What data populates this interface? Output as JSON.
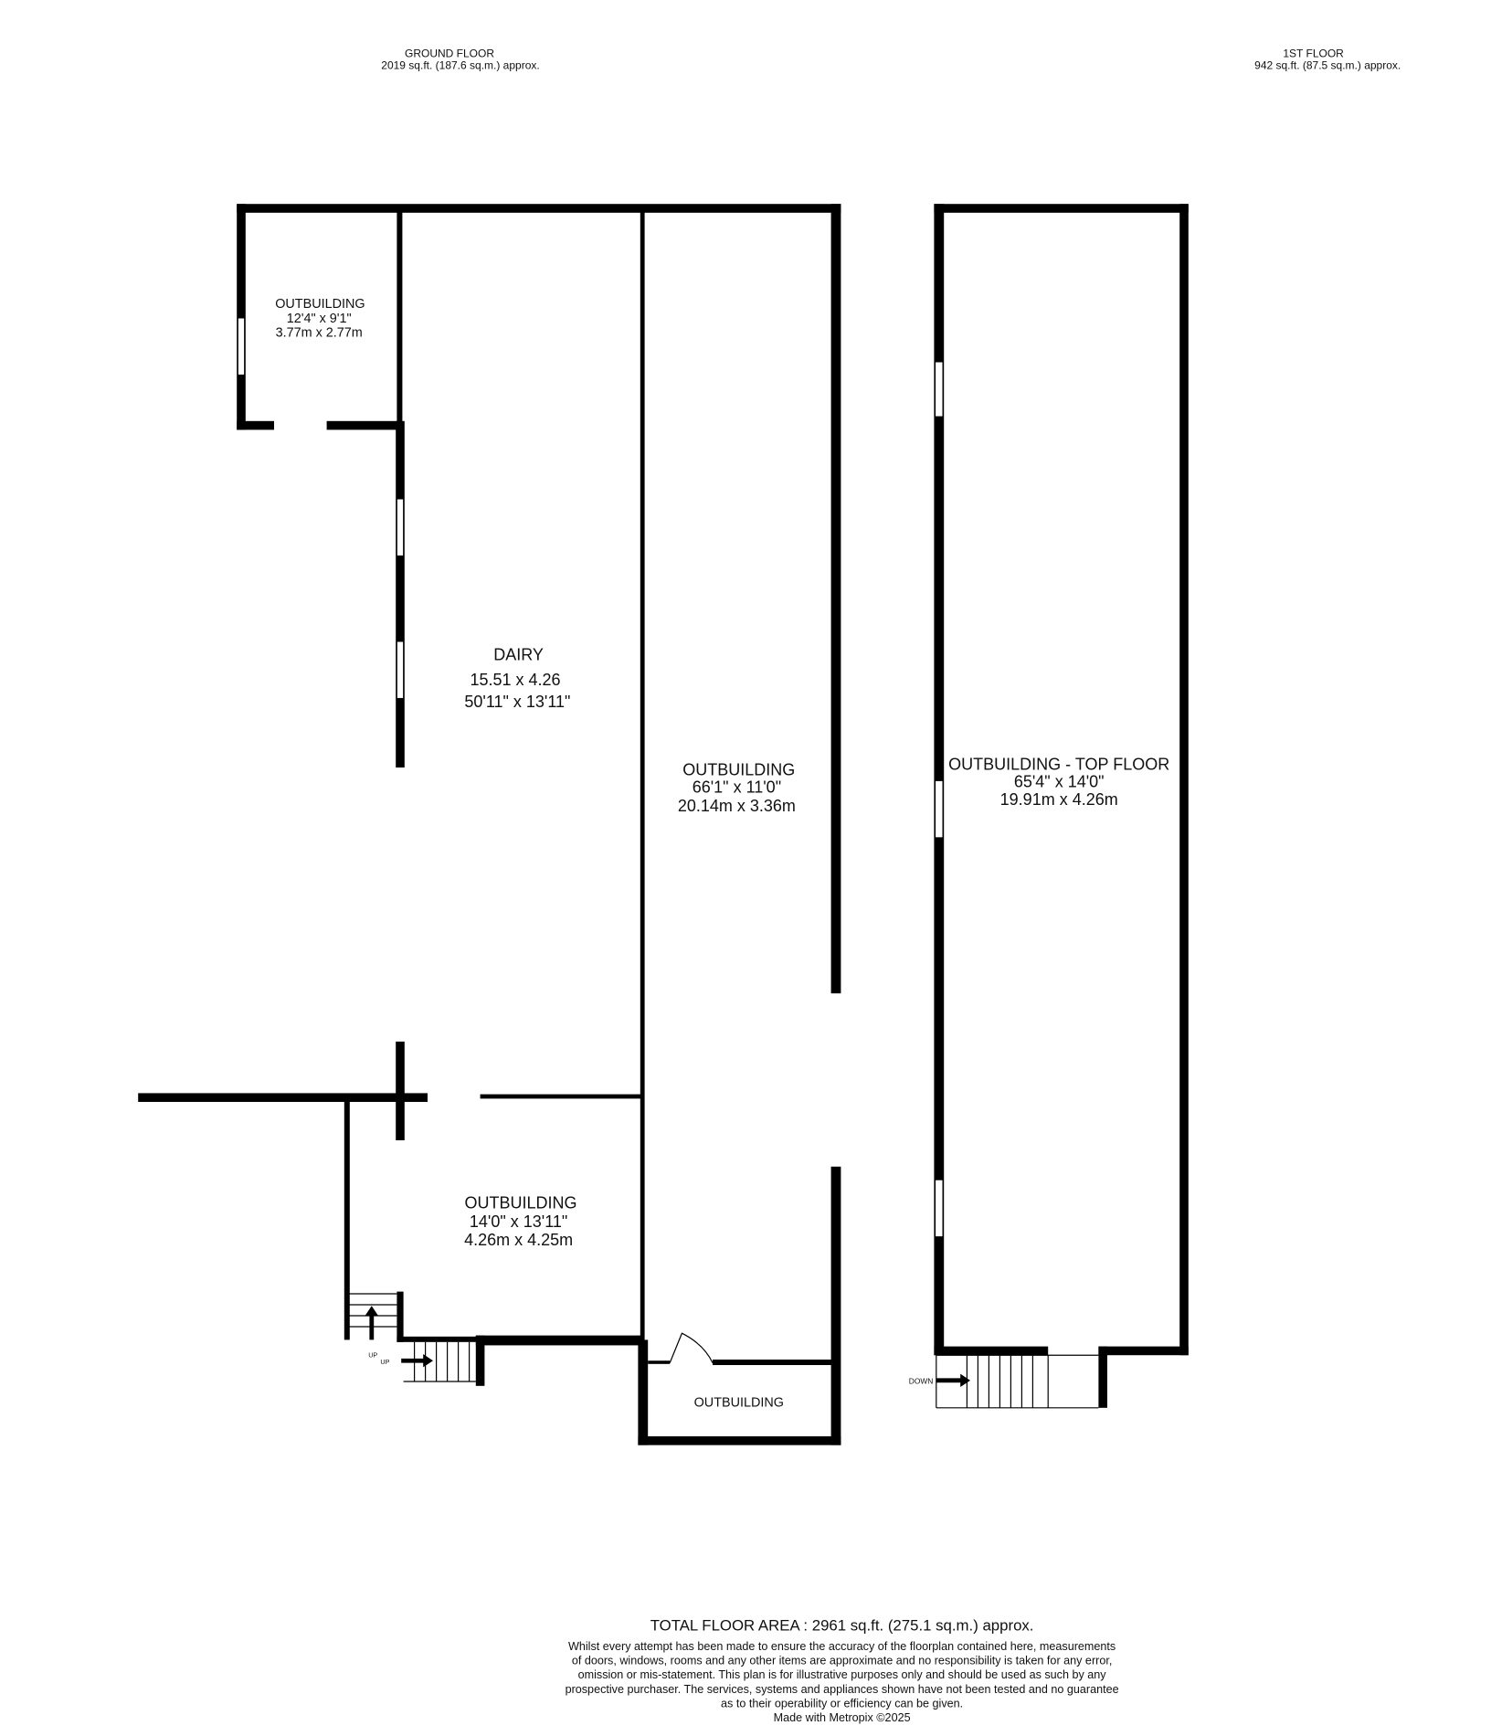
{
  "ground_floor": {
    "title": "GROUND FLOOR",
    "area": "2019 sq.ft. (187.6 sq.m.) approx.",
    "rooms": [
      {
        "name": "OUTBUILDING",
        "dim1": "12'4\"  x 9'1\"",
        "dim2": "3.77m  x 2.77m"
      },
      {
        "name": "DAIRY",
        "dim1": "15.51 x 4.26",
        "dim2": "50'11\" x 13'11\""
      },
      {
        "name": "OUTBUILDING",
        "dim1": "66'1\"  x 11'0\"",
        "dim2": "20.14m  x 3.36m"
      },
      {
        "name": "OUTBUILDING",
        "dim1": "14'0\"  x 13'11\"",
        "dim2": "4.26m  x 4.25m"
      },
      {
        "name": "OUTBUILDING"
      }
    ],
    "stairs": [
      "UP",
      "UP"
    ]
  },
  "first_floor": {
    "title": "1ST FLOOR",
    "area": "942 sq.ft. (87.5 sq.m.) approx.",
    "rooms": [
      {
        "name": "OUTBUILDING - TOP FLOOR",
        "dim1": "65'4\"  x 14'0\"",
        "dim2": "19.91m  x 4.26m"
      }
    ],
    "stairs": [
      "DOWN"
    ]
  },
  "footer": {
    "total": "TOTAL FLOOR AREA : 2961 sq.ft. (275.1 sq.m.) approx.",
    "disclaimer": [
      "Whilst every attempt has been made to ensure the accuracy of the floorplan contained here, measurements",
      "of doors, windows, rooms and any other items are approximate and no responsibility is taken for any error,",
      "omission or mis-statement. This plan is for illustrative purposes only and should be used as such by any",
      "prospective purchaser. The services, systems and appliances shown have not been tested and no guarantee",
      "as to their operability or efficiency can be given."
    ],
    "credit": "Made with Metropix ©2025"
  }
}
